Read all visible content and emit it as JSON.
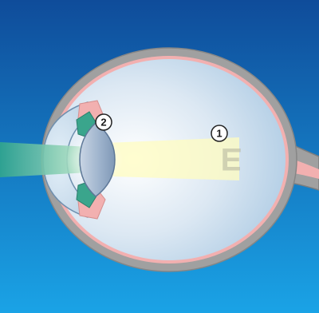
{
  "colors": {
    "background_top": "#0f4c9a",
    "background_bottom": "#1aa3e6",
    "sclera": "#a0a0a0",
    "sclera_outline": "#8a8a8a",
    "retina": "#f2b0b0",
    "vitreous_light": "#ffffff",
    "vitreous_dark": "#a9c8e2",
    "lens": "#9fb4cd",
    "ciliary_body": "#3aa58c",
    "light_beam": "#fffcc0",
    "incoming_light": "#3ab099"
  },
  "markers": [
    {
      "id": "retina-image-marker",
      "label": "1"
    },
    {
      "id": "lens-marker",
      "label": "2"
    }
  ],
  "projected_image_glyph": "E"
}
